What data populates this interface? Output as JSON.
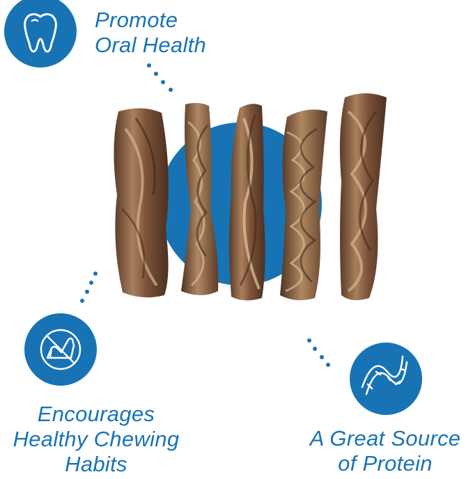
{
  "theme": {
    "accent": "#1873b4",
    "stick_dark": "#5a3a28",
    "stick_mid": "#8e6446",
    "stick_light": "#c9a27c"
  },
  "benefits": [
    {
      "id": "oral",
      "icon": "tooth-icon",
      "lines": [
        "Promote",
        "Oral Health"
      ]
    },
    {
      "id": "chew",
      "icon": "no-shoe-icon",
      "lines": [
        "Encourages",
        "Healthy Chewing",
        "Habits"
      ]
    },
    {
      "id": "protein",
      "icon": "protein-strand-icon",
      "lines": [
        "A Great Source",
        "of Protein"
      ]
    }
  ]
}
